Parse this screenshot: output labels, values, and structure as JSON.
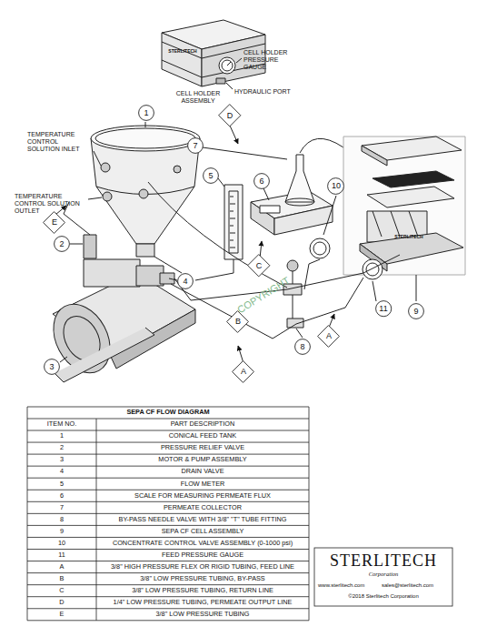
{
  "diagram": {
    "nodes": [
      {
        "text": [
          "1"
        ]
      },
      {
        "text": [
          "D"
        ]
      },
      {
        "text": [
          "7"
        ]
      },
      {
        "text": [
          "5"
        ]
      },
      {
        "text": [
          "6"
        ]
      },
      {
        "text": [
          "10"
        ]
      },
      {
        "text": [
          "E"
        ]
      },
      {
        "text": [
          "2"
        ]
      },
      {
        "text": [
          "C"
        ]
      },
      {
        "text": [
          "4"
        ]
      },
      {
        "text": [
          "11"
        ]
      },
      {
        "text": [
          "9"
        ]
      },
      {
        "text": [
          "A"
        ]
      },
      {
        "text": [
          "B"
        ]
      },
      {
        "text": [
          "8"
        ]
      },
      {
        "text": [
          "3"
        ]
      },
      {
        "text": [
          "A"
        ]
      }
    ],
    "labels": [
      "CELL HOLDER PRESSURE GAUGE",
      "STERLITECH",
      "HYDRAULIC PORT",
      "CELL HOLDER ASSEMBLY",
      "TEMPERATURE CONTROL SOLUTION INLET",
      "TEMPERATURE CONTROL SOLUTION OUTLET",
      "STERLITECH",
      "COPYRIGHT",
      "SEPA CF FLOW DIAGRAM",
      "ITEM NO.",
      "PART DESCRIPTION",
      "1",
      "CONICAL FEED TANK",
      "2",
      "PRESSURE RELIEF VALVE",
      "3",
      "MOTOR & PUMP ASSEMBLY",
      "4",
      "DRAIN VALVE",
      "5",
      "FLOW METER",
      "6",
      "SCALE FOR MEASURING PERMEATE FLUX",
      "7",
      "PERMEATE COLLECTOR",
      "8",
      "BY-PASS NEEDLE VALVE WITH 3/8\" \"T\" TUBE FITTING",
      "9",
      "SEPA CF CELL ASSEMBLY",
      "10",
      "CONCENTRATE CONTROL VALVE ASSEMBLY (0-1000 psi)",
      "11",
      "FEED PRESSURE GAUGE",
      "A",
      "3/8\" HIGH PRESSURE FLEX OR RIGID TUBING, FEED LINE",
      "B",
      "3/8\" LOW PRESSURE TUBING, BY-PASS",
      "C",
      "3/8\" LOW PRESSURE TUBING, RETURN LINE",
      "D",
      "1/4\" LOW PRESSURE TUBING, PERMEATE OUTPUT LINE",
      "E",
      "3/8\" LOW PRESSURE TUBING",
      "STERLITECH",
      "Corporation",
      "www.sterlitech.com",
      "sales@sterlitech.com",
      "©2018 Sterlitech Corporation"
    ]
  }
}
